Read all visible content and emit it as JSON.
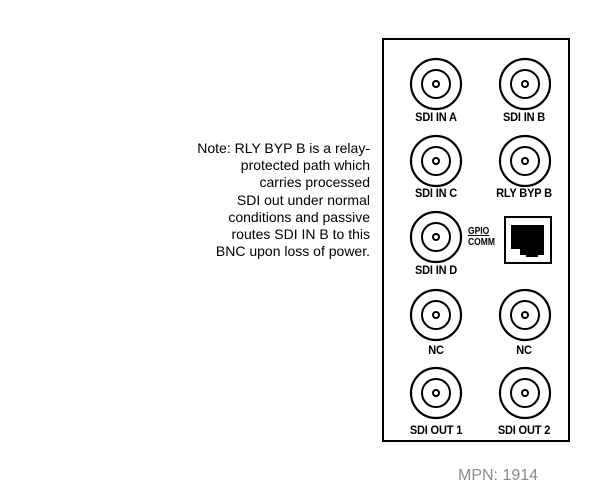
{
  "note": "Note: RLY BYP B is a relay-\nprotected path which\ncarries processed\nSDI out under normal\nconditions and passive\nroutes SDI IN B to this\nBNC upon loss of power.",
  "connectors": {
    "sdi_in_a": "SDI IN A",
    "sdi_in_b": "SDI IN B",
    "sdi_in_c": "SDI IN C",
    "rly_byp_b": "RLY BYP B",
    "sdi_in_d": "SDI IN D",
    "nc_left": "NC",
    "nc_right": "NC",
    "sdi_out_1": "SDI OUT 1",
    "sdi_out_2": "SDI OUT 2"
  },
  "gpio": {
    "top": "GPIO",
    "bottom": "COMM"
  },
  "mpn": "MPN: 1914",
  "icons": {
    "bnc": "bnc-connector-icon",
    "rj45": "rj45-port-icon"
  }
}
